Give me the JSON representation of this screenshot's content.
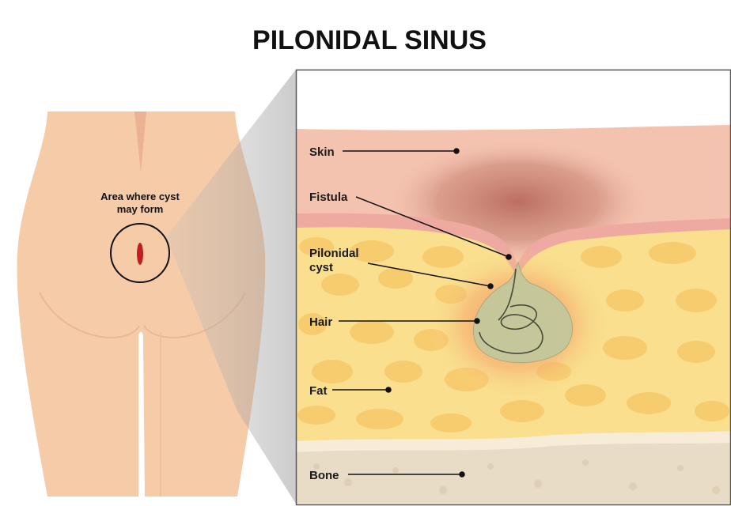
{
  "title": "PILONIDAL SINUS",
  "body_view": {
    "annotation_line1": "Area where cyst",
    "annotation_line2": "may form"
  },
  "labels": {
    "skin": "Skin",
    "fistula": "Fistula",
    "pilonidal_line1": "Pilonidal",
    "pilonidal_line2": "cyst",
    "hair": "Hair",
    "fat": "Fat",
    "bone": "Bone"
  },
  "colors": {
    "skin": "#f4c3b0",
    "body": "#f6cba8",
    "fat": "#f9df8e",
    "cyst": "#c5c79a",
    "bone": "#efe6d5",
    "lesion": "#c0201b"
  }
}
